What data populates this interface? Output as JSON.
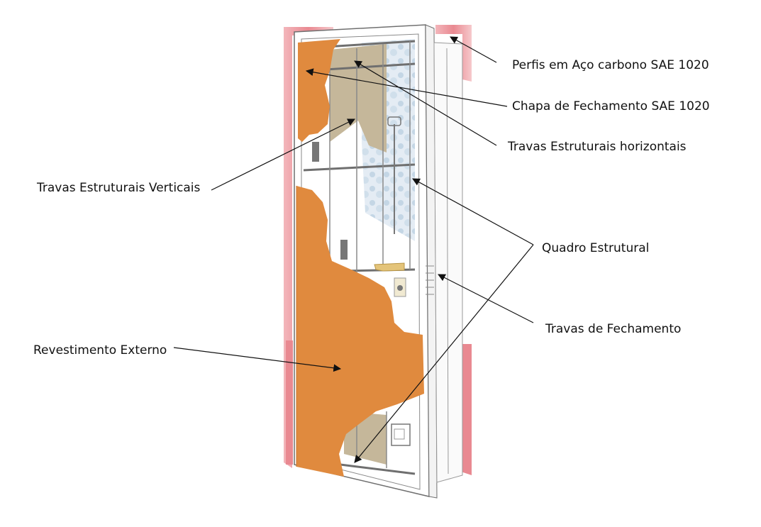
{
  "labels": {
    "perfis": "Perfis em Aço carbono SAE 1020",
    "chapa": "Chapa de Fechamento SAE 1020",
    "travas_horizontais": "Travas Estruturais horizontais",
    "travas_verticais": "Travas Estruturais Verticais",
    "quadro": "Quadro Estrutural",
    "travas_fechamento": "Travas de Fechamento",
    "revestimento": "Revestimento Externo"
  },
  "colors": {
    "orange_cladding": "#e08a3e",
    "tan_sheet": "#c5b79a",
    "pink_frame": "#e98991",
    "glass": "#b9cfe0",
    "frame_line": "#6f6f6f",
    "arrow": "#111111"
  }
}
